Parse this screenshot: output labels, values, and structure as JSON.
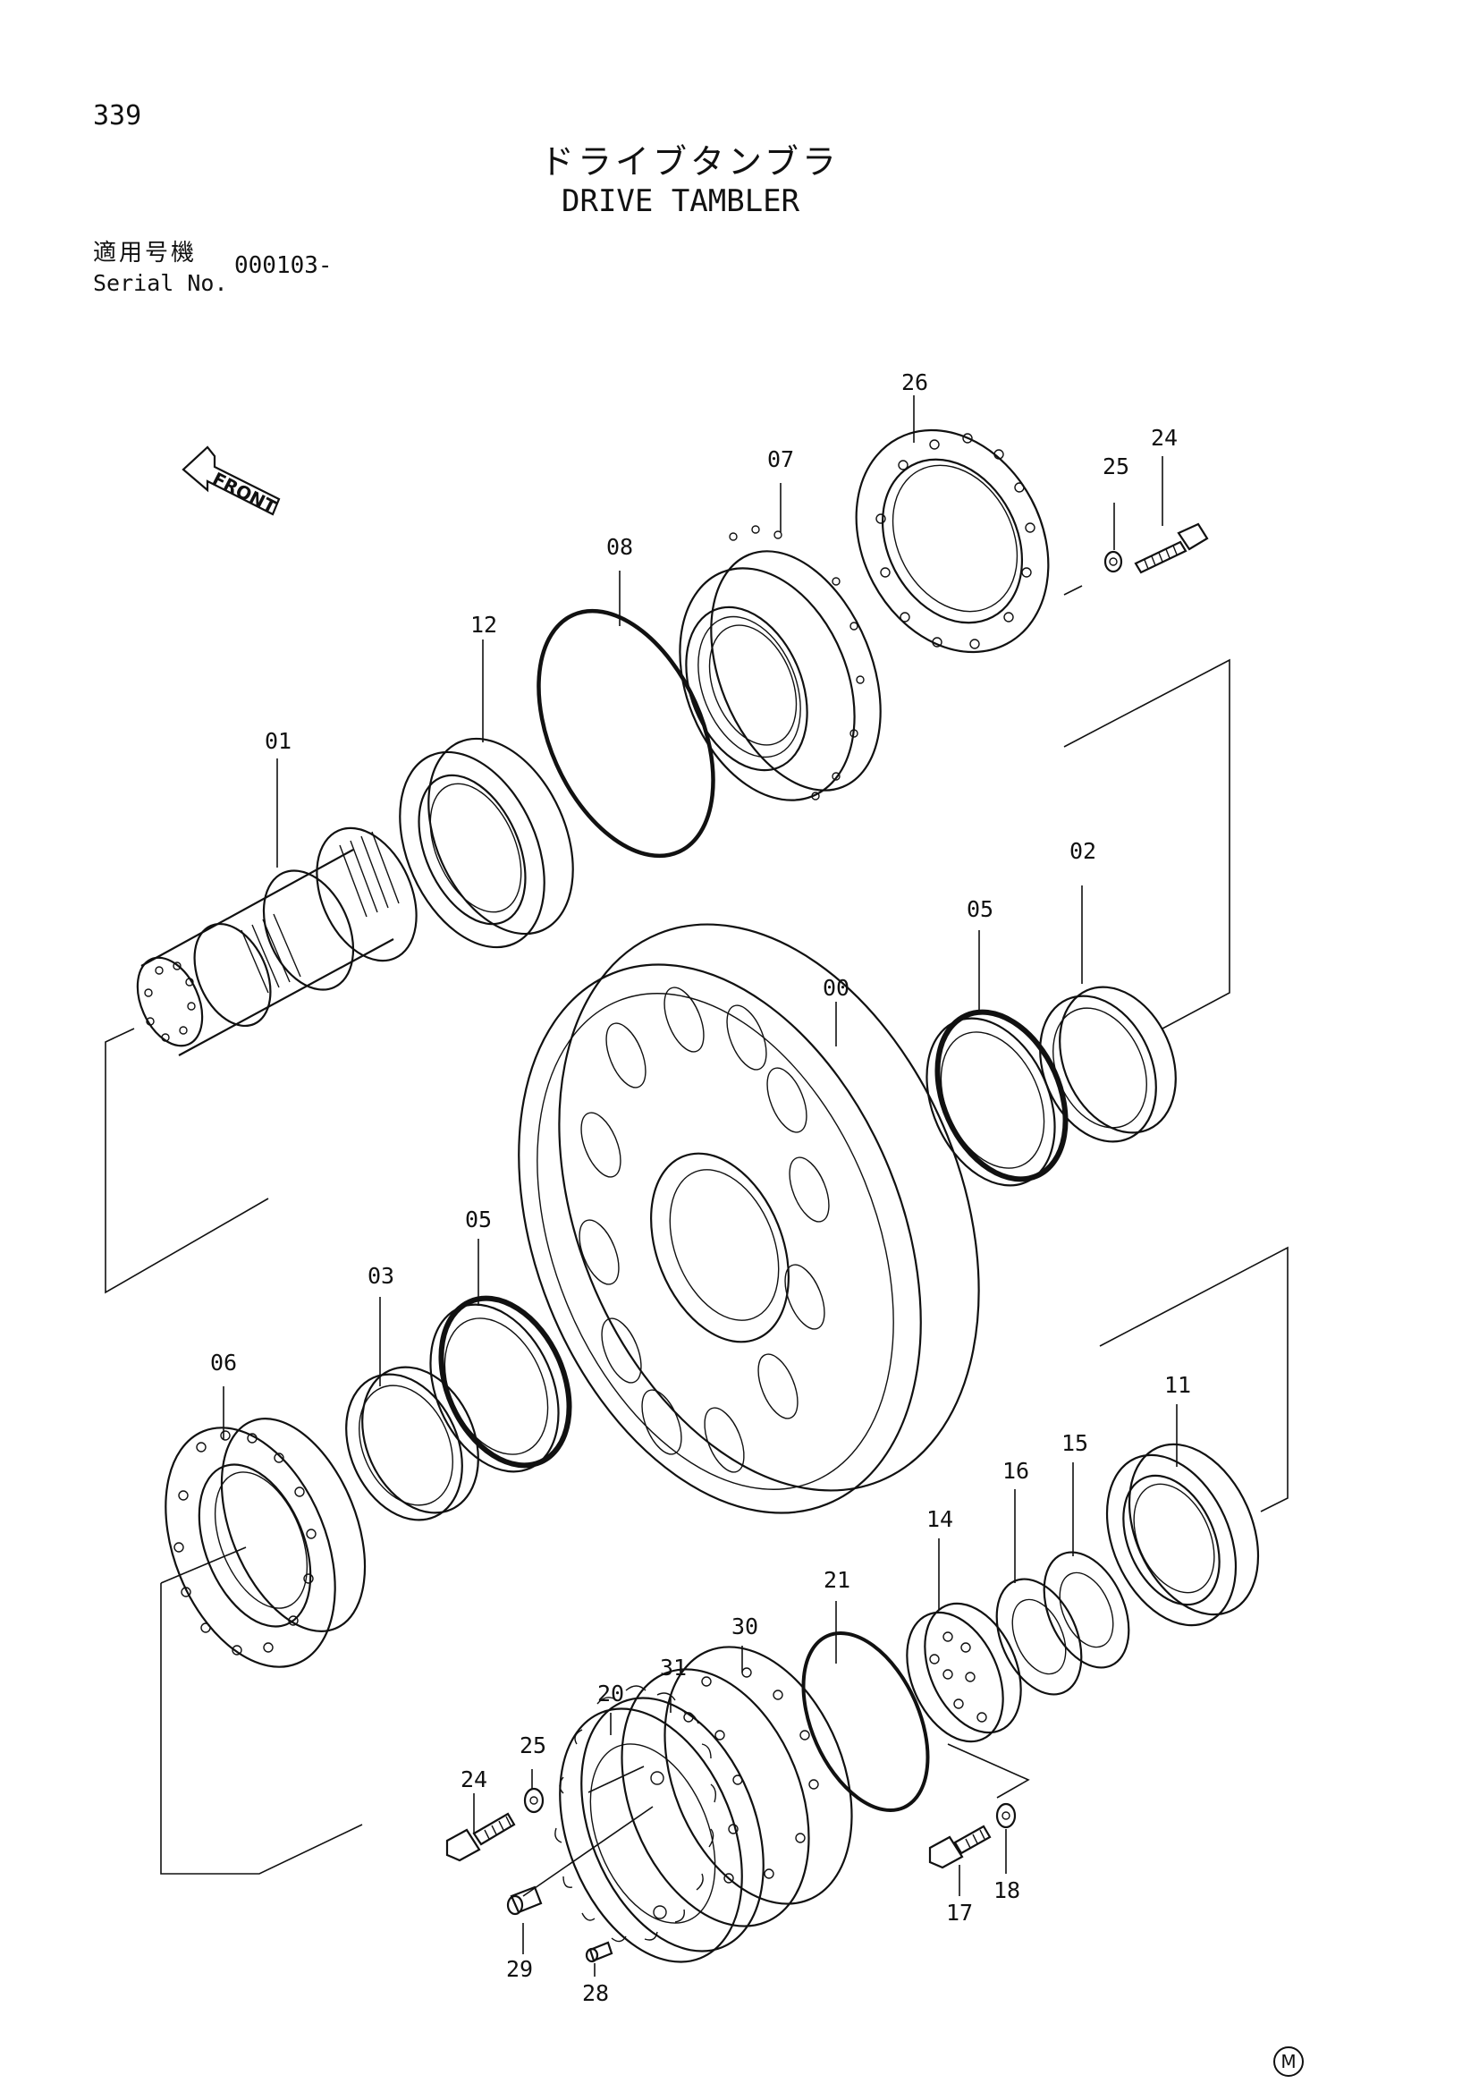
{
  "header": {
    "page_number": "339",
    "title_jp": "ドライブタンブラ",
    "title_en": "DRIVE TAMBLER",
    "serial_label_jp": "適用号機",
    "serial_label_en": "Serial No.",
    "serial_value": "000103-"
  },
  "front_arrow_label": "FRONT",
  "callouts": [
    "00",
    "01",
    "02",
    "03",
    "05",
    "05",
    "06",
    "07",
    "08",
    "11",
    "12",
    "14",
    "15",
    "16",
    "17",
    "18",
    "20",
    "21",
    "24",
    "24",
    "25",
    "25",
    "26",
    "28",
    "29",
    "30",
    "31"
  ],
  "footer_mark": "M"
}
